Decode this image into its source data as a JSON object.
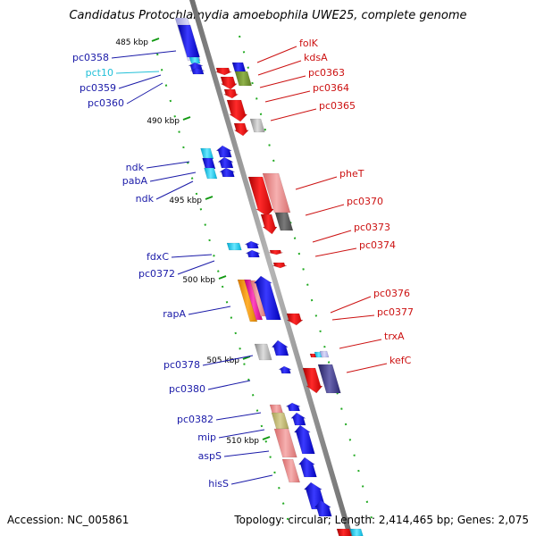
{
  "title": "Candidatus Protochlamydia amoebophila UWE25, complete genome",
  "accession_text": "Accession: NC_005861",
  "topology_text": "Topology: circular; Length: 2,414,465 bp; Genes: 2,075",
  "colors": {
    "backbone": "#8c8c8c",
    "minus_label": "#1a1aa8",
    "plus_label": "#cc1111",
    "rna_label": "#22c0d8",
    "tick": "#119911",
    "scale_text": "#000000"
  },
  "scale_ticks": [
    {
      "label": "485 kbp",
      "side": "left"
    },
    {
      "label": "490 kbp",
      "side": "left"
    },
    {
      "label": "495 kbp",
      "side": "left"
    },
    {
      "label": "500 kbp",
      "side": "left"
    },
    {
      "label": "505 kbp",
      "side": "left"
    },
    {
      "label": "510 kbp",
      "side": "left"
    }
  ],
  "left_labels": [
    {
      "text": "pc0358",
      "kind": "cds"
    },
    {
      "text": "pct10",
      "kind": "rna"
    },
    {
      "text": "pc0359",
      "kind": "cds"
    },
    {
      "text": "pc0360",
      "kind": "cds"
    },
    {
      "text": "ndk",
      "kind": "cds"
    },
    {
      "text": "pabA",
      "kind": "cds"
    },
    {
      "text": "ndk",
      "kind": "cds"
    },
    {
      "text": "fdxC",
      "kind": "cds"
    },
    {
      "text": "pc0372",
      "kind": "cds"
    },
    {
      "text": "rapA",
      "kind": "cds"
    },
    {
      "text": "pc0378",
      "kind": "cds"
    },
    {
      "text": "pc0380",
      "kind": "cds"
    },
    {
      "text": "pc0382",
      "kind": "cds"
    },
    {
      "text": "mip",
      "kind": "cds"
    },
    {
      "text": "aspS",
      "kind": "cds"
    },
    {
      "text": "hisS",
      "kind": "cds"
    }
  ],
  "right_labels": [
    {
      "text": "folK"
    },
    {
      "text": "kdsA"
    },
    {
      "text": "pc0363"
    },
    {
      "text": "pc0364"
    },
    {
      "text": "pc0365"
    },
    {
      "text": "pheT"
    },
    {
      "text": "pc0370"
    },
    {
      "text": "pc0373"
    },
    {
      "text": "pc0374"
    },
    {
      "text": "pc0376"
    },
    {
      "text": "pc0377"
    },
    {
      "text": "trxA"
    },
    {
      "text": "kefC"
    }
  ]
}
